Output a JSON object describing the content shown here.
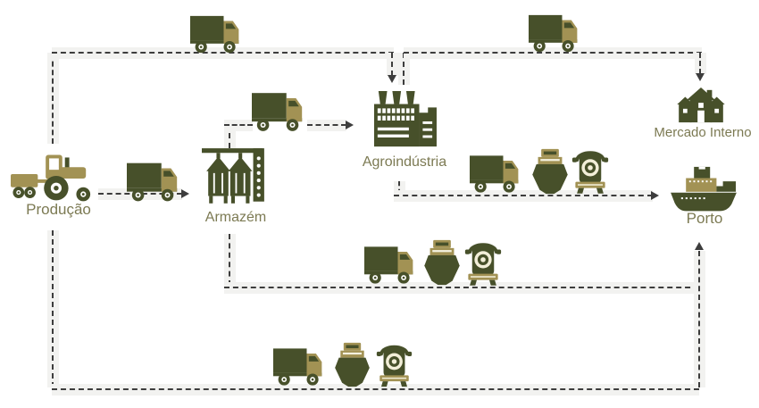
{
  "diagram": {
    "nodes": [
      {
        "id": "producao",
        "label": "Produção",
        "icon": "tractor-icon"
      },
      {
        "id": "armazem",
        "label": "Armazém",
        "icon": "grain-silo-icon"
      },
      {
        "id": "agroindustria",
        "label": "Agroindústria",
        "icon": "factory-icon"
      },
      {
        "id": "mercado_interno",
        "label": "Mercado Interno",
        "icon": "house-icon"
      },
      {
        "id": "porto",
        "label": "Porto",
        "icon": "cargo-ship-icon"
      }
    ],
    "edges": [
      {
        "from": "Produção",
        "to": "Agroindústria",
        "modes": [
          "truck"
        ]
      },
      {
        "from": "Produção",
        "to": "Armazém",
        "modes": [
          "truck"
        ]
      },
      {
        "from": "Armazém",
        "to": "Agroindústria",
        "modes": [
          "truck"
        ]
      },
      {
        "from": "Agroindústria",
        "to": "Mercado Interno",
        "modes": [
          "truck"
        ]
      },
      {
        "from": "Agroindústria",
        "to": "Porto",
        "modes": [
          "truck",
          "ship",
          "train"
        ]
      },
      {
        "from": "Armazém",
        "to": "Porto",
        "modes": [
          "truck",
          "ship",
          "train"
        ]
      },
      {
        "from": "Produção",
        "to": "Porto",
        "modes": [
          "truck",
          "ship",
          "train"
        ]
      }
    ],
    "colors": {
      "dark_green": "#47502a",
      "khaki": "#a29254",
      "label_text": "#7c7a53",
      "dashed_line": "#3d3d3d",
      "background": "#ffffff"
    }
  }
}
